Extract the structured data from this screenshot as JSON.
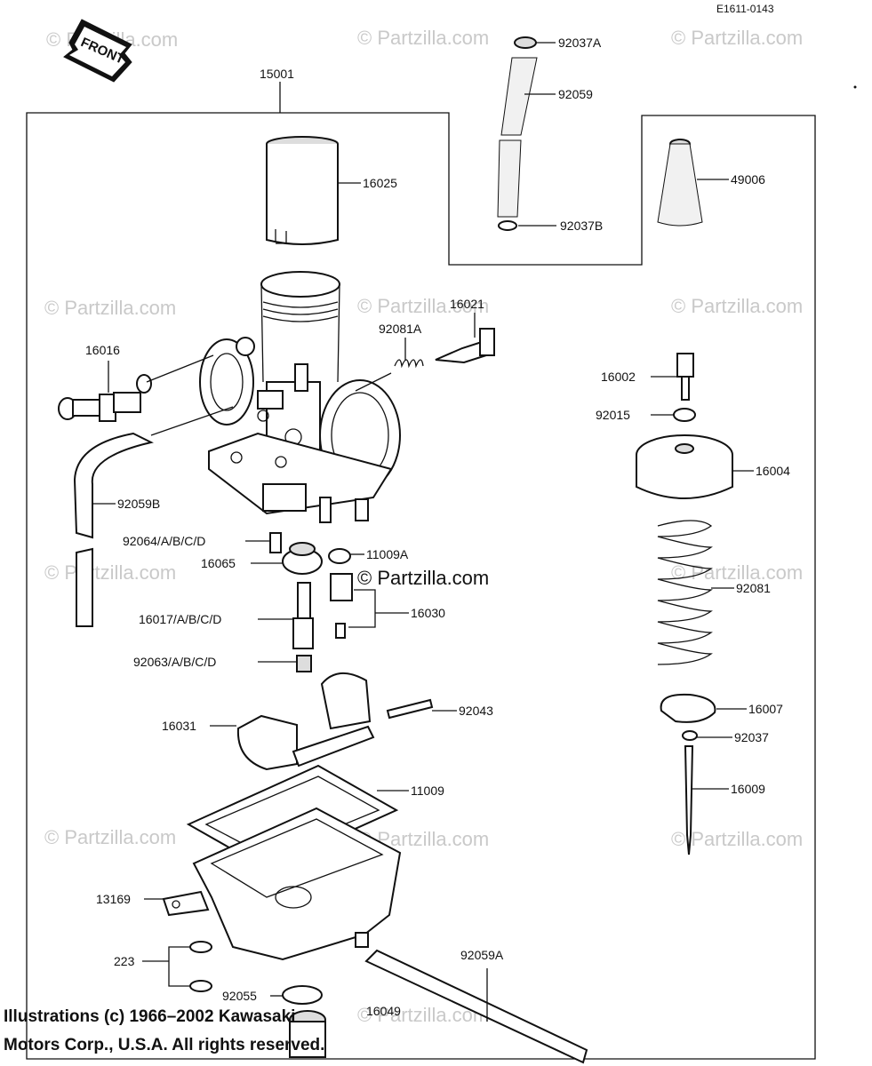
{
  "diagram_code": "E1611-0143",
  "front_badge": "FRONT",
  "watermarks": [
    "© Partzilla.com",
    "© Partzilla.com",
    "© Partzilla.com",
    "© Partzilla.com",
    "© Partzilla.com",
    "© Partzilla.com",
    "© Partzilla.com",
    "© Partzilla.com",
    "© Partzilla.com",
    "© Partzilla.com",
    "© Partzilla.com",
    "© Partzilla.com"
  ],
  "center_watermark": "© Partzilla.com",
  "parts": [
    "15001",
    "92037A",
    "92059",
    "16025",
    "49006",
    "92037B",
    "16021",
    "92081A",
    "16016",
    "16002",
    "92015",
    "16004",
    "92059B",
    "92064/A/B/C/D",
    "11009A",
    "16065",
    "92081",
    "16030",
    "16017/A/B/C/D",
    "92063/A/B/C/D",
    "16007",
    "92043",
    "16031",
    "92037",
    "16009",
    "11009",
    "13169",
    "92059A",
    "223",
    "92055",
    "16049"
  ],
  "copyright": {
    "line1": "Illustrations (c) 1966–2002 Kawasaki",
    "line2": "Motors Corp., U.S.A.  All rights reserved."
  }
}
